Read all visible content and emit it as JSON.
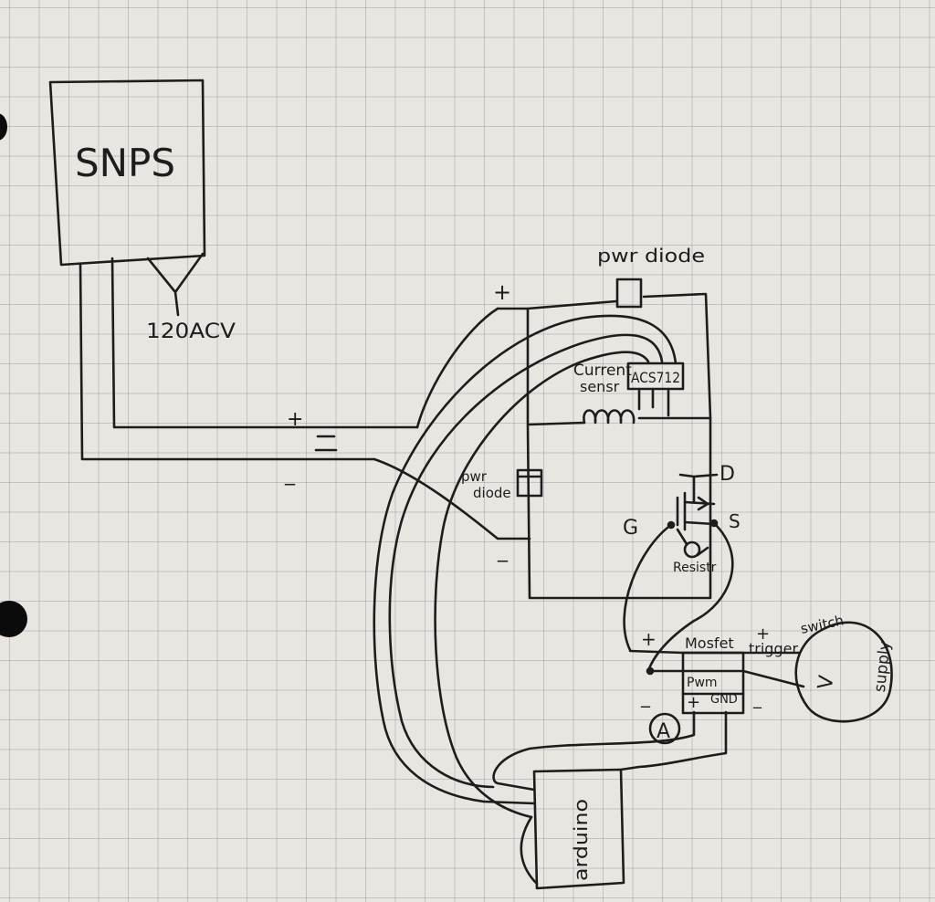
{
  "diagram": {
    "snps_label": "SNPS",
    "ac_input_label": "120ACV",
    "plus_top_left": "+",
    "plus_left_bus": "+",
    "minus_left_bus": "_",
    "plus_board": "+",
    "minus_board": "_",
    "pwr_diode_top": "pwr diode",
    "pwr_diode_side_1": "pwr",
    "pwr_diode_side_2": "diode",
    "current_sensor_1": "Current",
    "current_sensor_2": "sensr",
    "acs712": "ACS712",
    "mosfet_d": "D",
    "mosfet_g": "G",
    "mosfet_s": "S",
    "resistor": "Resistr",
    "mosfet_plus": "+",
    "mosfet_minus": "_",
    "mosfet_label": "Mosfet",
    "trigger_plus": "+",
    "trigger_label": "trigger",
    "switch_label": "switch",
    "pwm_label": "Pwm",
    "pwm_plus": "+",
    "gnd_label": "GND",
    "gnd_minus": "_",
    "ammeter_label": "A",
    "supply_v": "V",
    "supply_label": "supply",
    "arduino_label": "arduino"
  },
  "colors": {
    "ink": "#1e1c1c",
    "paper": "#e9e6e2",
    "grid": "#6a7490"
  }
}
